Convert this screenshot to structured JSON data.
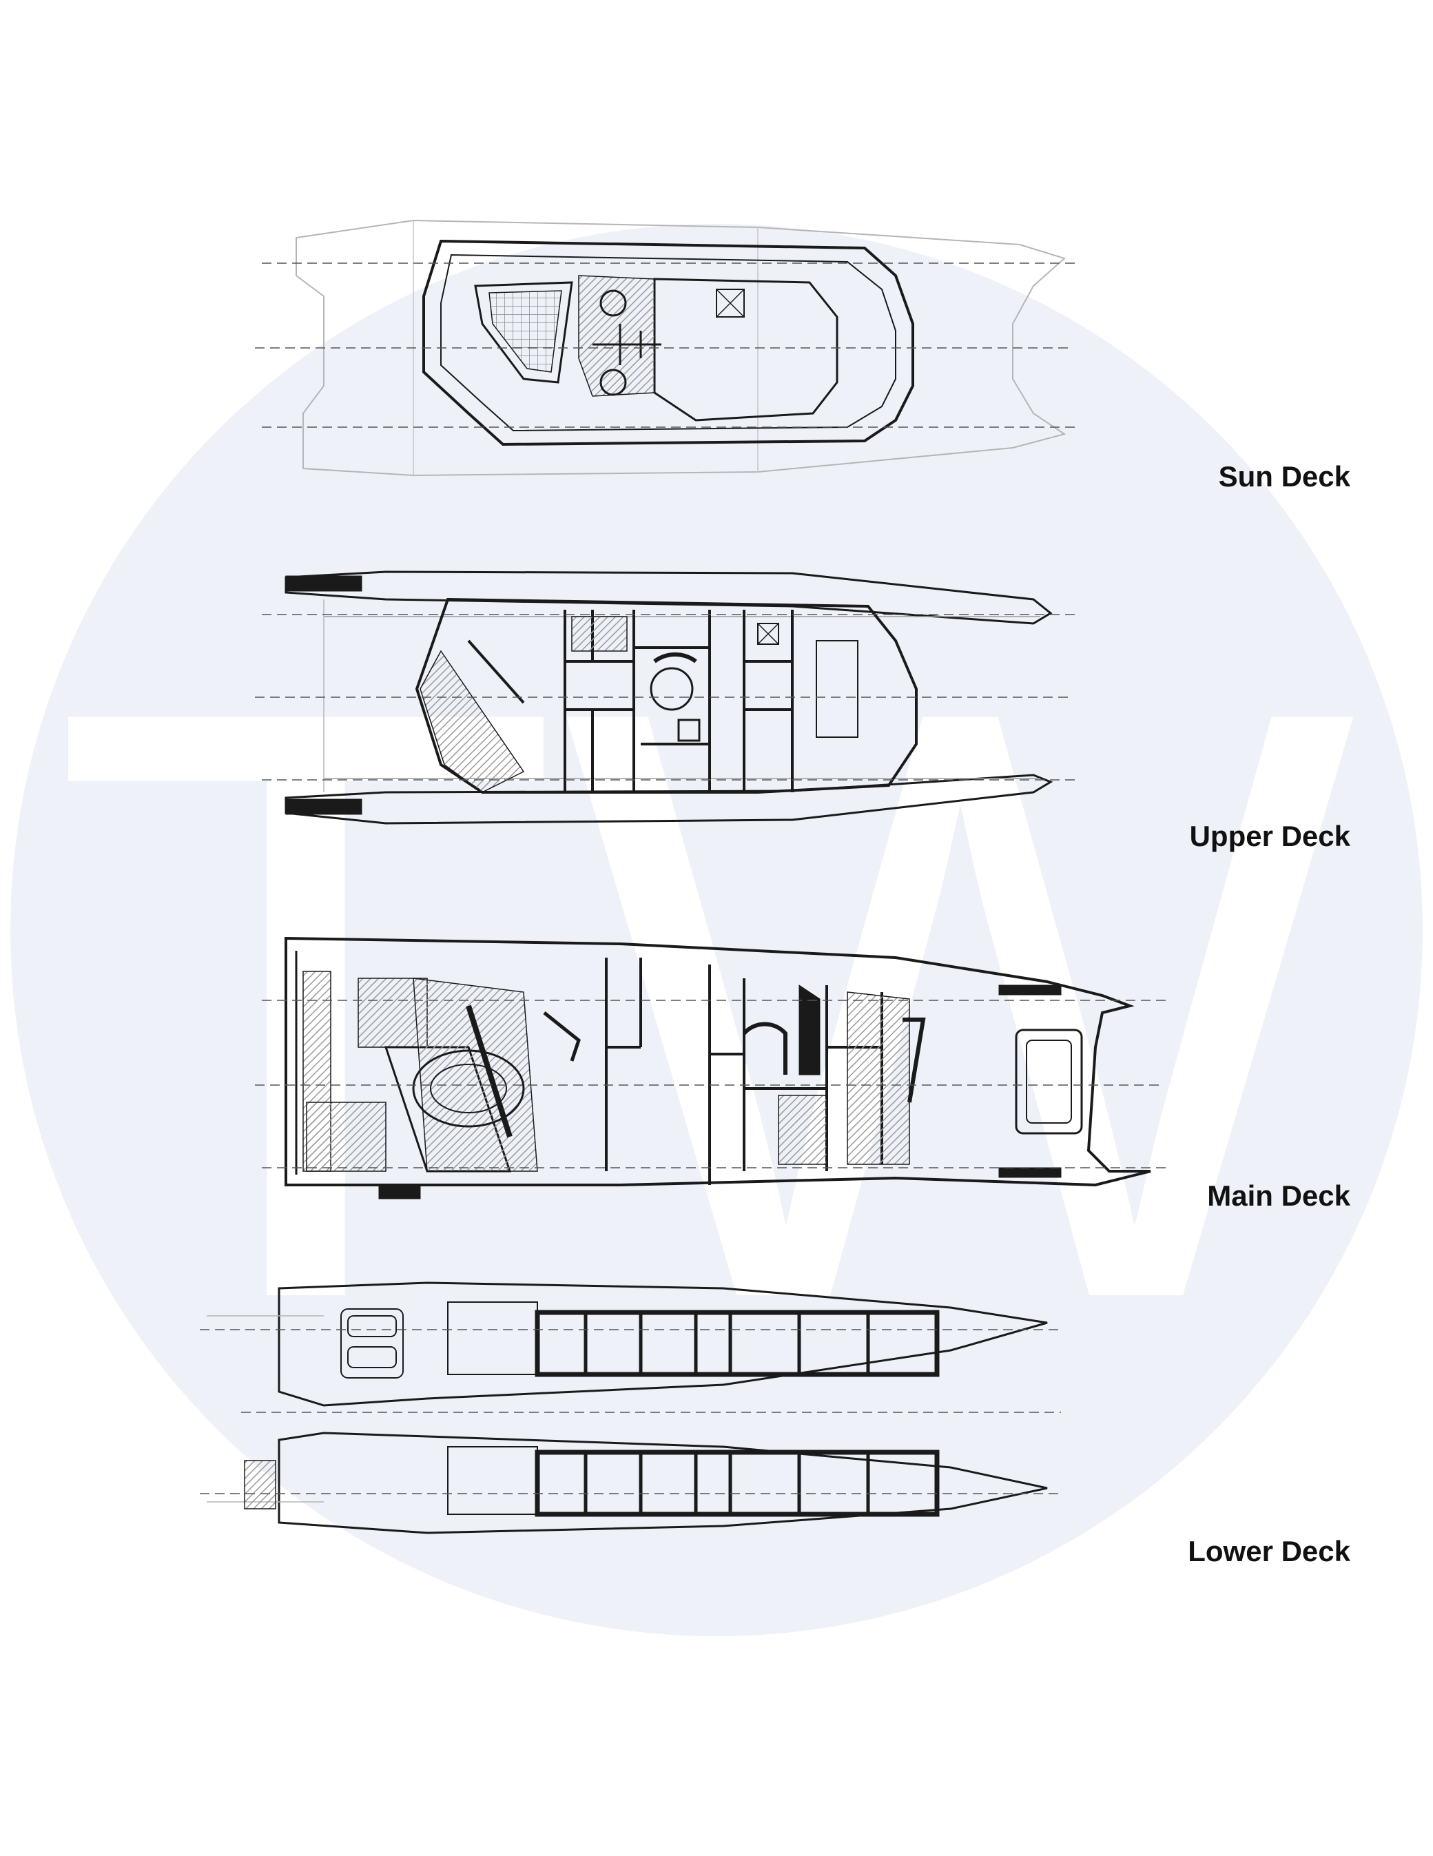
{
  "colors": {
    "background": "#ffffff",
    "circle": "#eef2f8",
    "watermark": "#ffffff",
    "line": "#1a1a1a",
    "light_line": "#b5b5b5",
    "hatch": "#9a9a9a",
    "label": "#111111"
  },
  "watermark": {
    "text": "TW"
  },
  "decks": [
    {
      "id": "sun",
      "label": "Sun Deck"
    },
    {
      "id": "upper",
      "label": "Upper Deck"
    },
    {
      "id": "main",
      "label": "Main Deck"
    },
    {
      "id": "lower",
      "label": "Lower Deck"
    }
  ]
}
